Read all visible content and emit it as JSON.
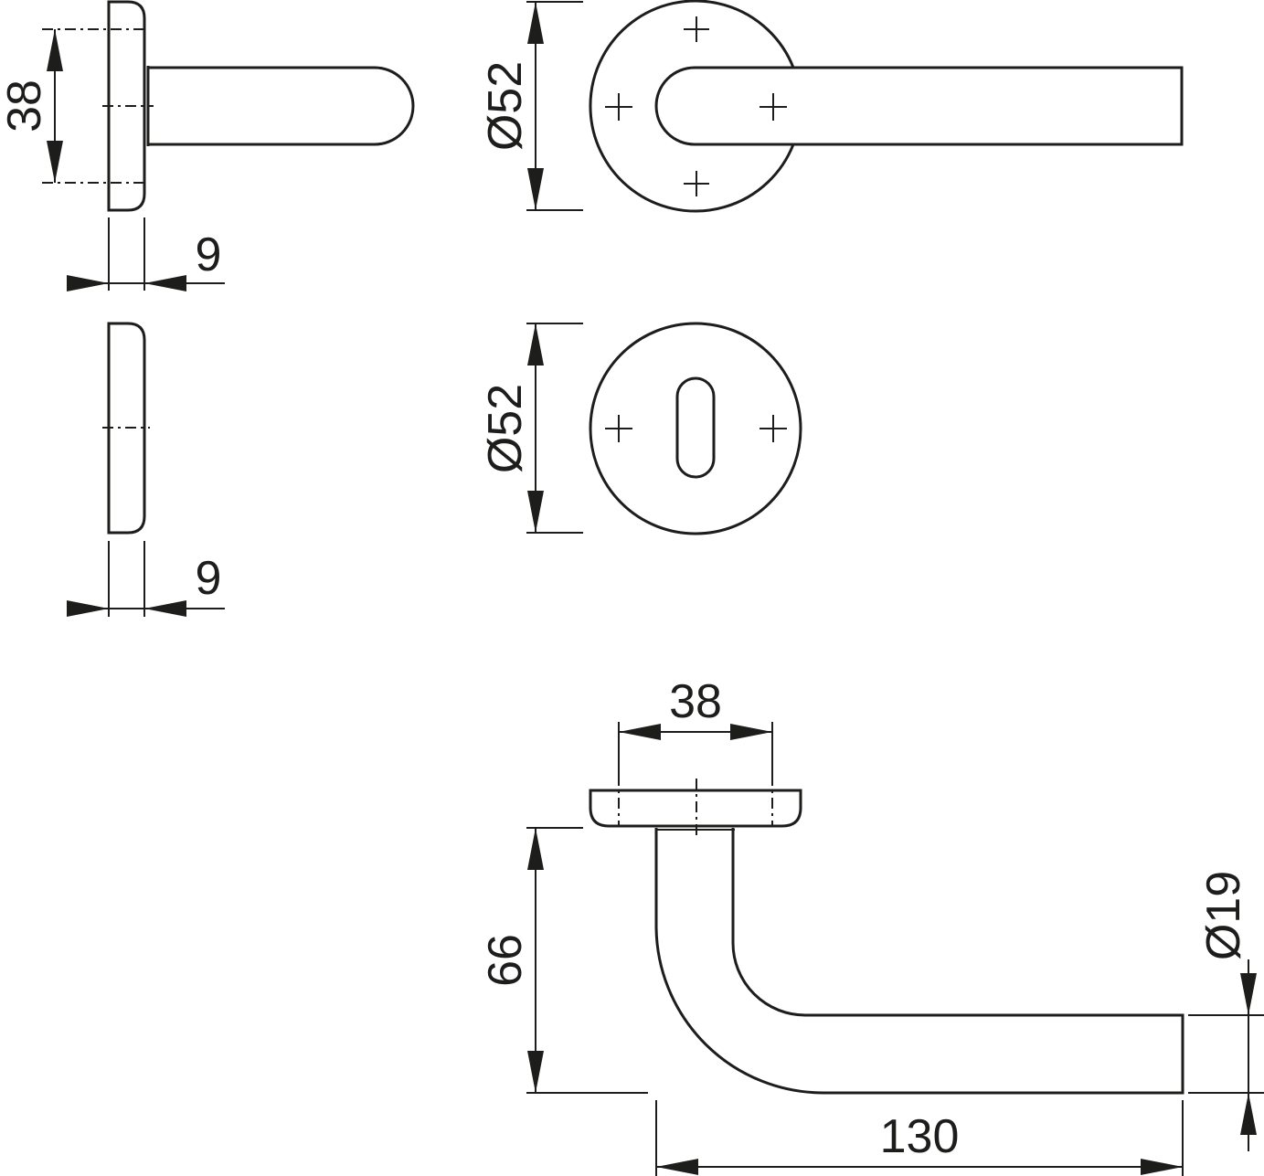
{
  "dimensions": {
    "rose_centers_height": "38",
    "rose_thickness": "9",
    "escutcheon_thickness": "9",
    "rose_diameter": "Ø52",
    "escutcheon_diameter": "Ø52",
    "lever_rose_centers": "38",
    "lever_height": "66",
    "lever_length": "130",
    "lever_bar_diameter": "Ø19"
  },
  "colors": {
    "line": "#1d1d1b",
    "background": "#ffffff"
  }
}
